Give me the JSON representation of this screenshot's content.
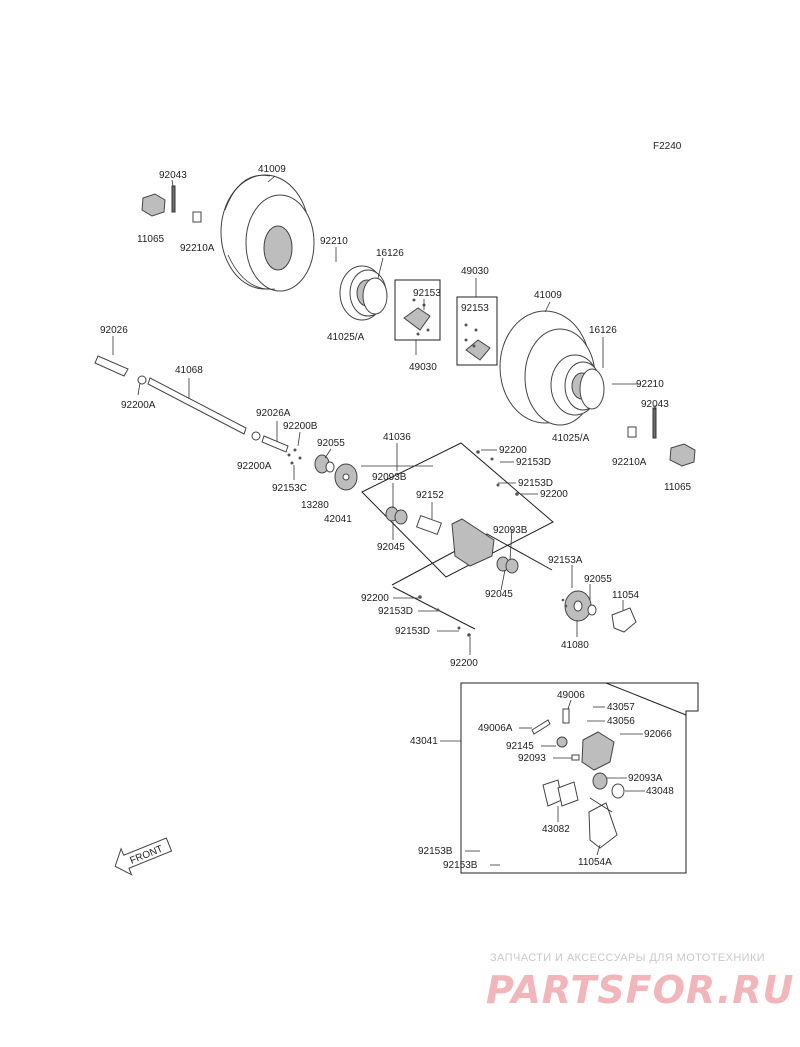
{
  "diagram_code": "F2240",
  "labels": {
    "l92043a": "92043",
    "l41009a": "41009",
    "l11065a": "11065",
    "l92210Aa": "92210A",
    "l92210a": "92210",
    "l16126a": "16126",
    "l41025Aa": "41025/A",
    "l92153a": "92153",
    "l49030a": "49030",
    "l49030b": "49030",
    "l92153b": "92153",
    "l41009b": "41009",
    "l16126b": "16126",
    "l92210b": "92210",
    "l92043b": "92043",
    "l41025Ab": "41025/A",
    "l92210Ab": "92210A",
    "l11065b": "11065",
    "l92026": "92026",
    "l41068": "41068",
    "l92200A1": "92200A",
    "l92026A": "92026A",
    "l92200B": "92200B",
    "l92055a": "92055",
    "l92200A2": "92200A",
    "l92153C": "92153C",
    "l13280": "13280",
    "l42041": "42041",
    "l41036": "41036",
    "l92093Ba": "92093B",
    "l92152": "92152",
    "l92045a": "92045",
    "l92200a": "92200",
    "l92153Da": "92153D",
    "l92153Db": "92153D",
    "l92200b": "92200",
    "l92093Bb": "92093B",
    "l92045b": "92045",
    "l92200c": "92200",
    "l92153Dc": "92153D",
    "l92153Dd": "92153D",
    "l92200d": "92200",
    "l92153A": "92153A",
    "l92055b": "92055",
    "l11054": "11054",
    "l41080": "41080",
    "l49006": "49006",
    "l43057": "43057",
    "l43056": "43056",
    "l49006A": "49006A",
    "l92066": "92066",
    "l43041": "43041",
    "l92145": "92145",
    "l92093": "92093",
    "l92093A": "92093A",
    "l43048": "43048",
    "l43082": "43082",
    "l11054A": "11054A",
    "l92153Ba": "92153B",
    "l92153Bb": "92153B"
  },
  "front_arrow_label": "FRONT",
  "watermark": {
    "subtitle": "ЗАПЧАСТИ И АКСЕССУАРЫ ДЛЯ МОТОТЕХНИКИ",
    "logo": "PARTSFOR.RU"
  }
}
